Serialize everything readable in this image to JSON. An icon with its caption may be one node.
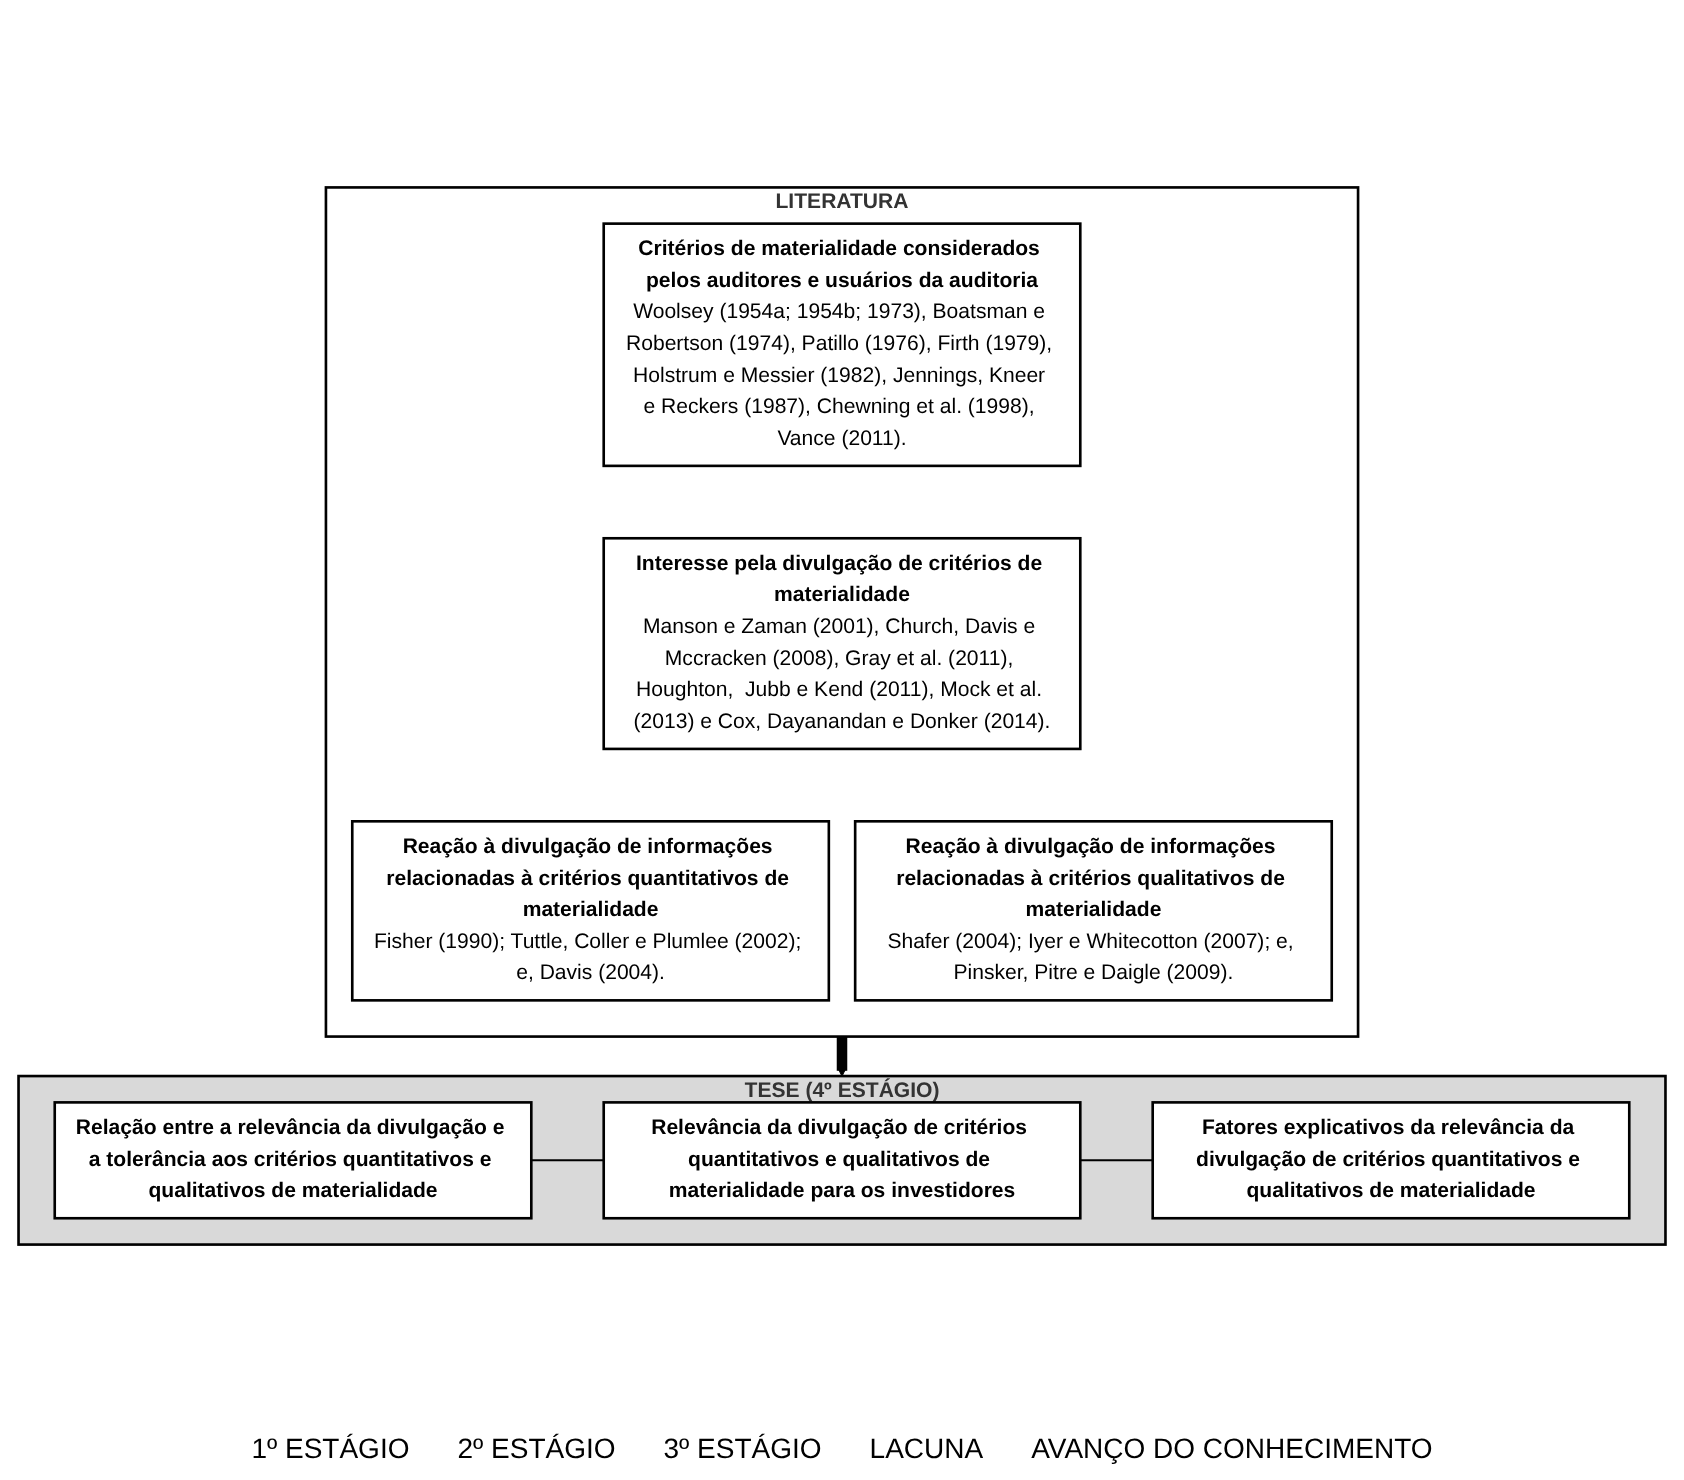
{
  "diagram": {
    "nodes": [
      {
        "text": [
          "LITERATURA"
        ]
      },
      {
        "text": [
          "Critérios de materialidade considerados pelos auditores e usuários da auditoria",
          "Woolsey (1954a; 1954b; 1973), Boatsman e Robertson (1974), Patillo (1976), Firth (1979), Holstrum e Messier (1982), Jennings, Kneer e Reckers (1987), Chewning et al. (1998), Vance (2011)."
        ],
        "in": 0
      },
      {
        "text": [
          "Interesse pela divulgação de critérios de materialidade",
          "Manson e Zaman (2001), Church, Davis e Mccracken (2008), Gray et al. (2011), Houghton,  Jubb e Kend (2011), Mock et al. (2013) e Cox, Dayanandan e Donker (2014)."
        ],
        "in": 0
      },
      {
        "text": [
          "Reação à divulgação de informações relacionadas à critérios quantitativos de materialidade",
          "Fisher (1990); Tuttle, Coller e Plumlee (2002); e, Davis (2004)."
        ],
        "in": 0
      },
      {
        "text": [
          "Reação à divulgação de informações relacionadas à critérios qualitativos de materialidade",
          "Shafer (2004); Iyer e Whitecotton (2007); e, Pinsker, Pitre e Daigle (2009)."
        ],
        "in": 0
      },
      {
        "text": [
          "TESE (4º ESTÁGIO)"
        ]
      },
      {
        "text": [
          "Relação entre a relevância da divulgação e a tolerância aos critérios quantitativos e qualitativos de materialidade"
        ],
        "in": 5
      },
      {
        "text": [
          "Relevância da divulgação de critérios quantitativos e qualitativos de materialidade para os investidores"
        ],
        "in": 5
      },
      {
        "text": [
          "Fatores explicativos da relevância da divulgação de critérios quantitativos e qualitativos de materialidade"
        ],
        "in": 5
      }
    ],
    "edges": [
      {
        "from": 0,
        "to": 5,
        "arrow": "to",
        "style": "thick"
      },
      {
        "from": 6,
        "to": 7,
        "arrow": "none"
      },
      {
        "from": 7,
        "to": 8,
        "arrow": "none"
      }
    ],
    "labels": [
      "1º ESTÁGIO",
      "2º ESTÁGIO",
      "3º ESTÁGIO",
      "LACUNA",
      "AVANÇO DO CONHECIMENTO"
    ]
  }
}
